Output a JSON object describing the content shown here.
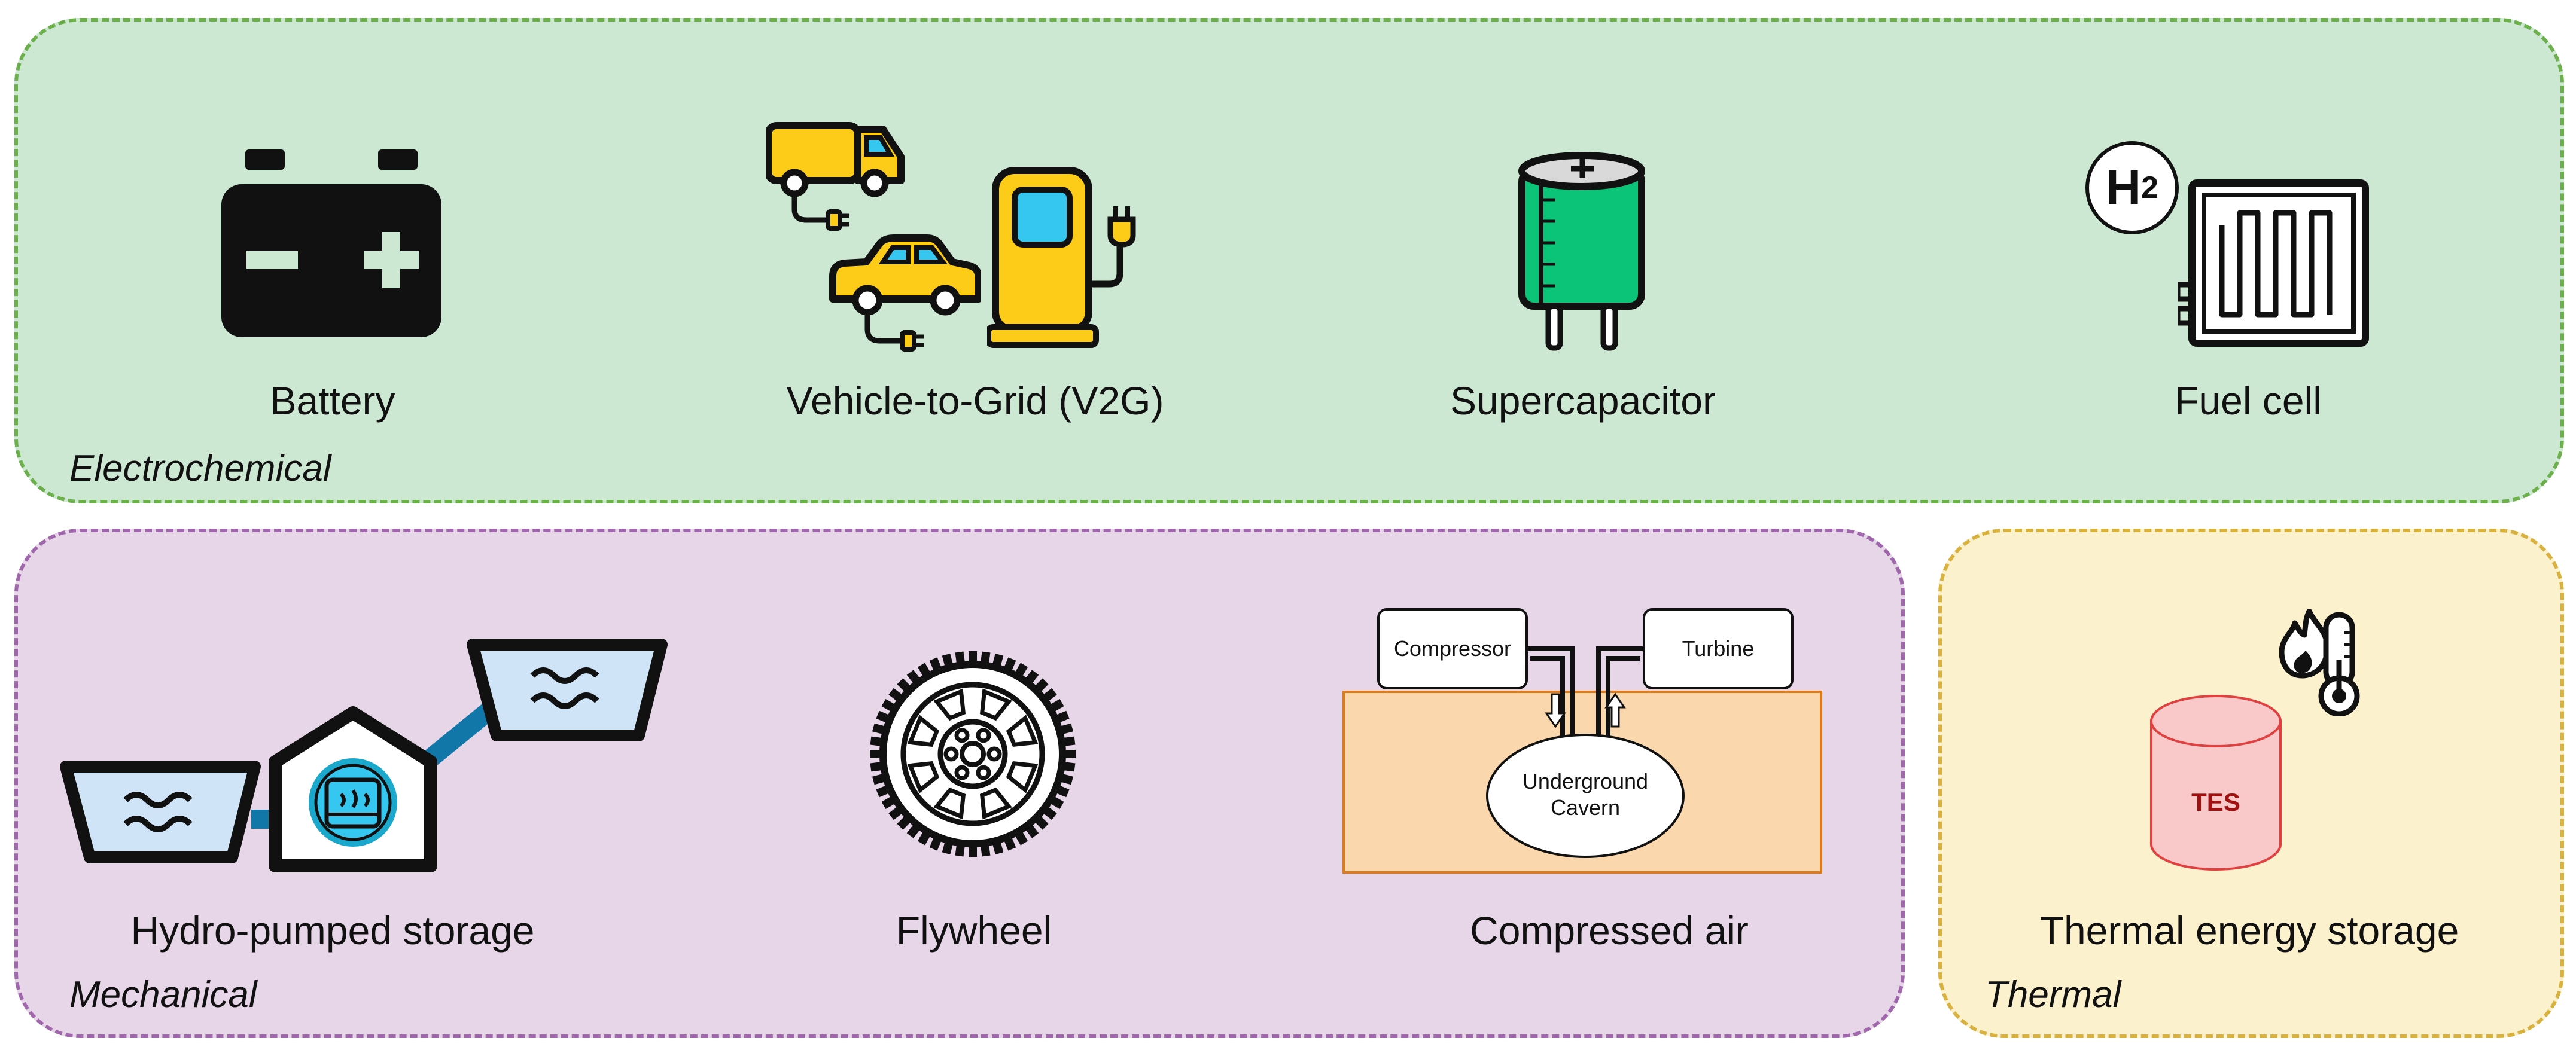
{
  "groups": {
    "electrochemical": {
      "label": "Electrochemical",
      "items": {
        "battery": "Battery",
        "v2g": "Vehicle-to-Grid (V2G)",
        "supercapacitor": "Supercapacitor",
        "fuel_cell": "Fuel cell"
      },
      "fuel_cell_badge": "H",
      "fuel_cell_badge_sub": "2"
    },
    "mechanical": {
      "label": "Mechanical",
      "items": {
        "hydro": "Hydro-pumped storage",
        "flywheel": "Flywheel",
        "compressed_air": "Compressed air"
      },
      "caes": {
        "compressor": "Compressor",
        "turbine": "Turbine",
        "cavern_line1": "Underground",
        "cavern_line2": "Cavern"
      }
    },
    "thermal": {
      "label": "Thermal",
      "items": {
        "tes": "Thermal energy storage"
      },
      "tank_label": "TES"
    }
  },
  "colors": {
    "electrochemical_fill": "#cde8d2",
    "electrochemical_border": "#6cb04c",
    "mechanical_fill": "#e6d6e8",
    "mechanical_border": "#a067ad",
    "thermal_fill": "#fcf1cd",
    "thermal_border": "#d9b13e",
    "vehicle_yellow": "#fccc18",
    "screen_cyan": "#35c7f0",
    "capacitor_green": "#0cc477",
    "water_blue": "#cfe4f6",
    "pipe_blue": "#1177a8",
    "ground_orange": "#fbd7ae",
    "tes_red": "#f9c8c8"
  },
  "icons": [
    "battery-icon",
    "vehicles-icon",
    "charging-station-icon",
    "supercapacitor-icon",
    "hydrogen-icon",
    "fuel-cell-icon",
    "reservoir-icon",
    "powerhouse-icon",
    "flywheel-icon",
    "caes-diagram",
    "thermometer-flame-icon",
    "tes-tank-icon"
  ]
}
